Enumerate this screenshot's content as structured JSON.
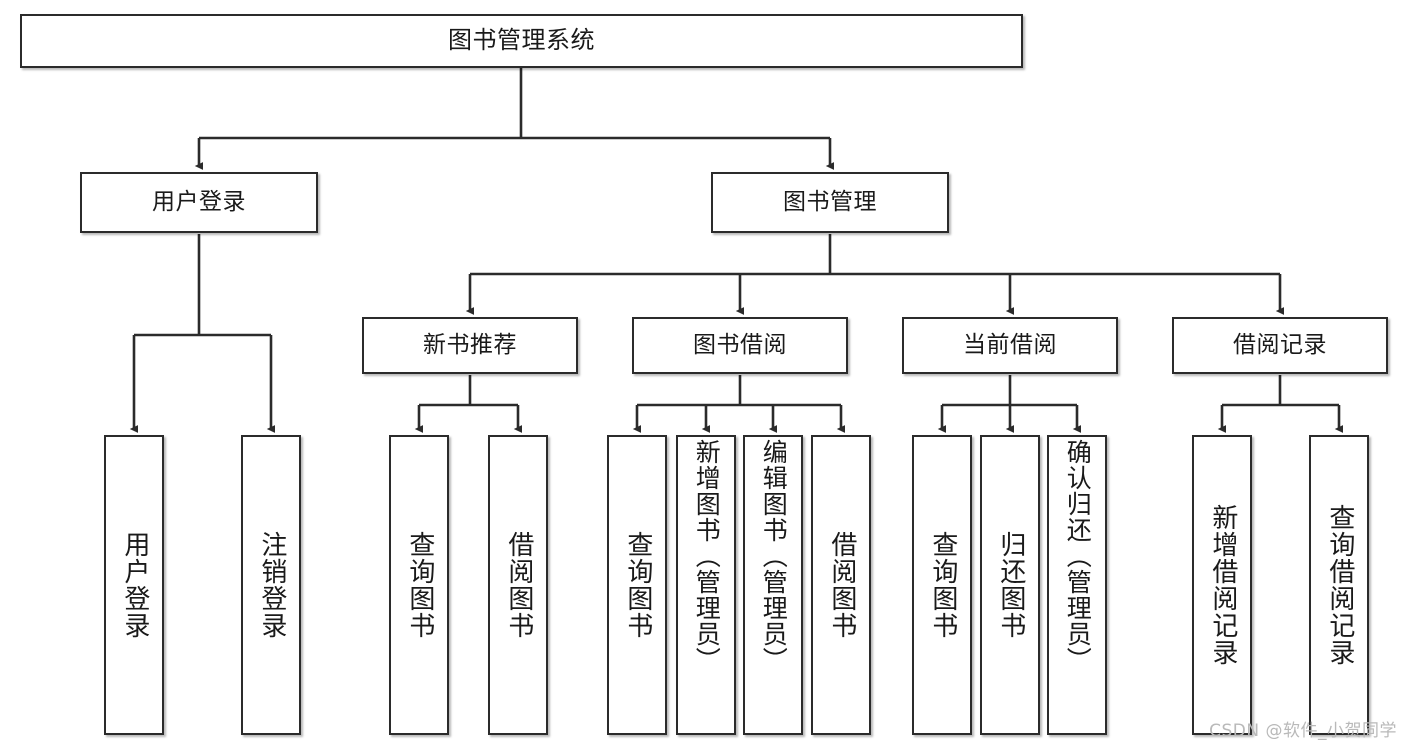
{
  "diagram": {
    "title": "图书管理系统",
    "watermark": "CSDN @软件_小贺同学",
    "type": "tree-hierarchy",
    "levels": 4,
    "root": {
      "id": "root",
      "label": "图书管理系统"
    },
    "level2": [
      {
        "id": "user-login",
        "label": "用户登录"
      },
      {
        "id": "book-manage",
        "label": "图书管理"
      }
    ],
    "level3": [
      {
        "id": "new-book-rec",
        "label": "新书推荐",
        "parent": "book-manage"
      },
      {
        "id": "book-borrow",
        "label": "图书借阅",
        "parent": "book-manage"
      },
      {
        "id": "current-borrow",
        "label": "当前借阅",
        "parent": "book-manage"
      },
      {
        "id": "borrow-record",
        "label": "借阅记录",
        "parent": "book-manage"
      }
    ],
    "leaves": {
      "user_login": [
        {
          "id": "leaf-user-login",
          "label": "用户登录"
        },
        {
          "id": "leaf-logout",
          "label": "注销登录"
        }
      ],
      "new_book_rec": [
        {
          "id": "leaf-query-book-1",
          "label": "查询图书"
        },
        {
          "id": "leaf-borrow-book-1",
          "label": "借阅图书"
        }
      ],
      "book_borrow": [
        {
          "id": "leaf-query-book-2",
          "label": "查询图书"
        },
        {
          "id": "leaf-add-book",
          "label": "新增图书（管理员）"
        },
        {
          "id": "leaf-edit-book",
          "label": "编辑图书（管理员）"
        },
        {
          "id": "leaf-borrow-book-2",
          "label": "借阅图书"
        }
      ],
      "current_borrow": [
        {
          "id": "leaf-query-book-3",
          "label": "查询图书"
        },
        {
          "id": "leaf-return-book",
          "label": "归还图书"
        },
        {
          "id": "leaf-confirm-return",
          "label": "确认归还（管理员）"
        }
      ],
      "borrow_record": [
        {
          "id": "leaf-add-record",
          "label": "新增借阅记录"
        },
        {
          "id": "leaf-query-record",
          "label": "查询借阅记录"
        }
      ]
    },
    "colors": {
      "border": "#2b2b2b",
      "edge": "#333333",
      "background": "#ffffff",
      "text": "#1a1a1a",
      "watermark": "#b9b9b9"
    }
  }
}
